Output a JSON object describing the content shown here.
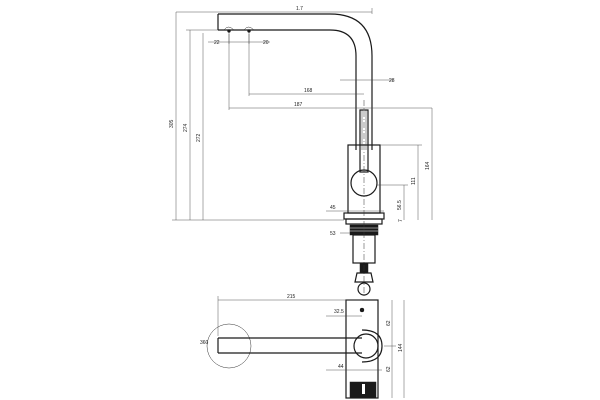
{
  "title": "",
  "colors": {
    "line": "#1a1a1a",
    "dimension": "#444444",
    "background": "#ffffff"
  },
  "dimensions": {
    "side_view": {
      "top_width": "1.7",
      "outlet_a": "22",
      "outlet_b": "20",
      "spout_diameter": "28",
      "reach_inner": "168",
      "reach_outer": "187",
      "total_height": "305",
      "height_to_spout": "274",
      "height_to_outlet": "272",
      "body_height": "164",
      "lever_height": "111",
      "base_width": "45",
      "base_height": "56.5",
      "gasket": "7",
      "shank": "53"
    },
    "top_view": {
      "length": "215",
      "pipe_offset": "32.5",
      "rotation": "360",
      "body_width": "44",
      "upper_half": "62",
      "lower_half": "62",
      "total_depth": "144"
    }
  }
}
